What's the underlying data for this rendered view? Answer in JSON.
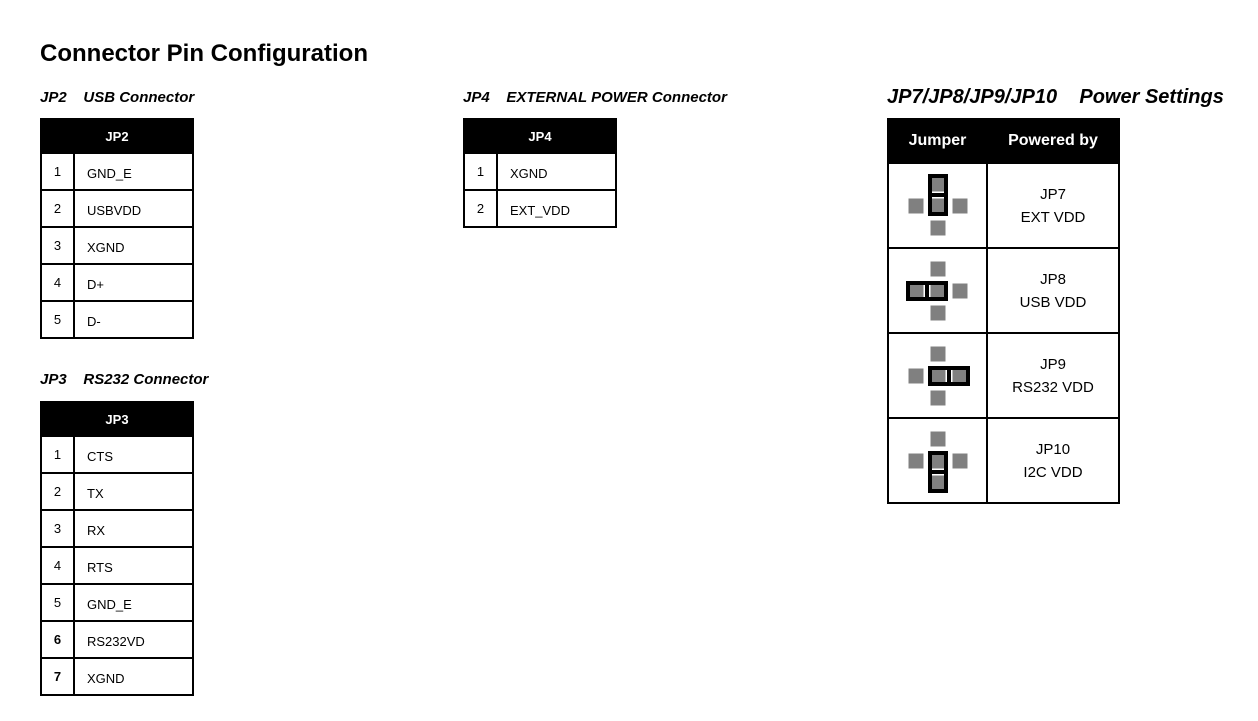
{
  "title": "Connector Pin Configuration",
  "jp2": {
    "caption": "JP2    USB Connector",
    "header": "JP2",
    "rows": [
      {
        "n": "1",
        "v": "GND_E"
      },
      {
        "n": "2",
        "v": "USBVDD"
      },
      {
        "n": "3",
        "v": "XGND"
      },
      {
        "n": "4",
        "v": "D+"
      },
      {
        "n": "5",
        "v": "D-"
      }
    ]
  },
  "jp3": {
    "caption": "JP3    RS232 Connector",
    "header": "JP3",
    "rows": [
      {
        "n": "1",
        "v": "CTS"
      },
      {
        "n": "2",
        "v": "TX"
      },
      {
        "n": "3",
        "v": "RX"
      },
      {
        "n": "4",
        "v": "RTS"
      },
      {
        "n": "5",
        "v": "GND_E"
      },
      {
        "n": "6",
        "v": "RS232VD"
      },
      {
        "n": "7",
        "v": "XGND"
      }
    ]
  },
  "jp4": {
    "caption": "JP4    EXTERNAL POWER Connector",
    "header": "JP4",
    "rows": [
      {
        "n": "1",
        "v": "XGND"
      },
      {
        "n": "2",
        "v": "EXT_VDD"
      }
    ]
  },
  "power": {
    "caption": "JP7/JP8/JP9/JP10    Power Settings",
    "col_jumper": "Jumper",
    "col_powered": "Powered by",
    "rows": [
      {
        "jumper": "top",
        "name": "JP7",
        "source": "EXT VDD"
      },
      {
        "jumper": "left",
        "name": "JP8",
        "source": "USB VDD"
      },
      {
        "jumper": "right",
        "name": "JP9",
        "source": "RS232 VDD"
      },
      {
        "jumper": "bottom",
        "name": "JP10",
        "source": "I2C VDD"
      }
    ]
  },
  "colors": {
    "pad": "#808080",
    "jumper": "#000000"
  }
}
